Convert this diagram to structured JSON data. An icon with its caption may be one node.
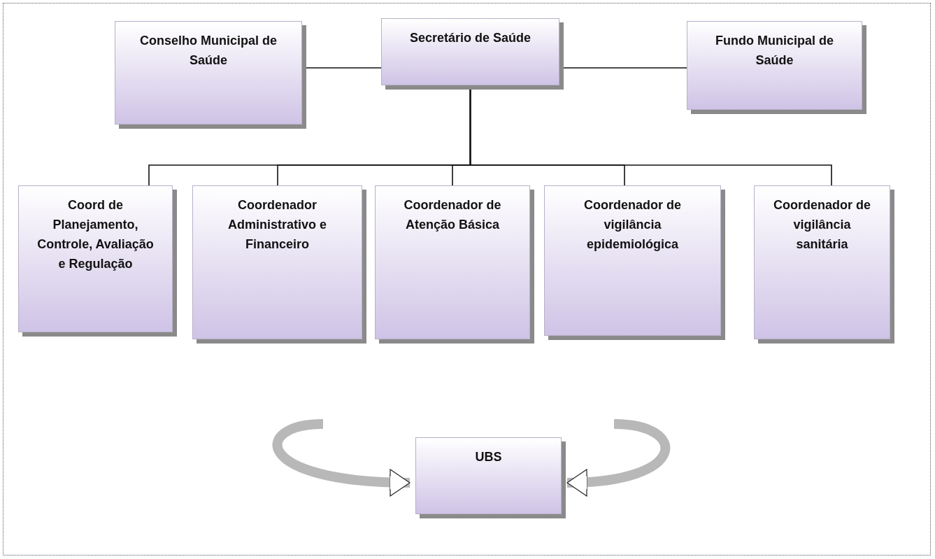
{
  "diagram": {
    "nodes": [
      {
        "text": [
          "Conselho Municipal de Saúde"
        ]
      },
      {
        "text": [
          "Secretário de Saúde"
        ]
      },
      {
        "text": [
          "Fundo Municipal de Saúde"
        ]
      },
      {
        "text": [
          "Coord de Planejamento, Controle, Avaliação e Regulação"
        ]
      },
      {
        "text": [
          "Coordenador Administrativo e Financeiro"
        ]
      },
      {
        "text": [
          "Coordenador de Atenção Básica"
        ]
      },
      {
        "text": [
          "Coordenador de vigilância epidemiológica"
        ]
      },
      {
        "text": [
          "Coordenador de vigilância sanitária"
        ]
      },
      {
        "text": [
          "UBS"
        ]
      }
    ],
    "edges": [
      {
        "from": 0,
        "to": 1,
        "arrow": "none"
      },
      {
        "from": 1,
        "to": 2,
        "arrow": "none"
      },
      {
        "from": 1,
        "to": 3,
        "arrow": "none"
      },
      {
        "from": 1,
        "to": 4,
        "arrow": "none"
      },
      {
        "from": 1,
        "to": 5,
        "arrow": "none"
      },
      {
        "from": 1,
        "to": 6,
        "arrow": "none"
      },
      {
        "from": 1,
        "to": 7,
        "arrow": "none"
      },
      {
        "from": null,
        "to": 8,
        "arrow": "to",
        "style": "thick",
        "color": "#b8b8b8"
      },
      {
        "from": null,
        "to": 8,
        "arrow": "to",
        "style": "thick",
        "color": "#b8b8b8"
      }
    ]
  }
}
